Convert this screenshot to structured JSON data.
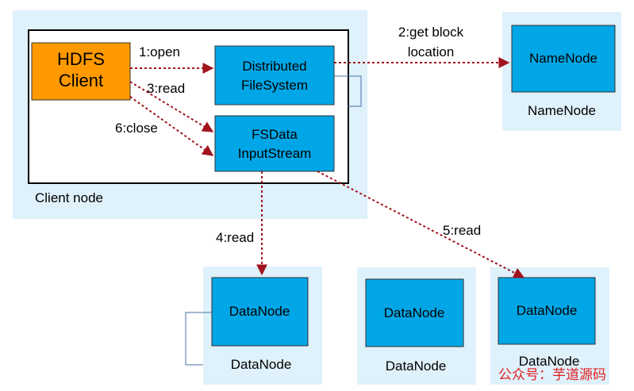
{
  "colors": {
    "region_bg": "#dff1fb",
    "node_fill": "#00a6e6",
    "client_fill": "#ff9900",
    "arrow": "#a0141e",
    "connector": "#4a6fa5",
    "watermark": "#e02020"
  },
  "client_region": {
    "label": "Client node",
    "client_box": {
      "line1": "HDFS",
      "line2": "Client"
    },
    "dfs_box": {
      "line1": "Distributed",
      "line2": "FileSystem"
    },
    "fsdata_box": {
      "line1": "FSData",
      "line2": "InputStream"
    }
  },
  "namenode_region": {
    "box_label": "NameNode",
    "caption": "NameNode"
  },
  "datanodes": [
    {
      "box_label": "DataNode",
      "caption": "DataNode"
    },
    {
      "box_label": "DataNode",
      "caption": "DataNode"
    },
    {
      "box_label": "DataNode",
      "caption": "DataNode"
    }
  ],
  "steps": {
    "open": "1:open",
    "get_block_line1": "2:get block",
    "get_block_line2": "location",
    "read3": "3:read",
    "read4": "4:read",
    "read5": "5:read",
    "close": "6:close"
  },
  "watermark": "公众号：芋道源码"
}
